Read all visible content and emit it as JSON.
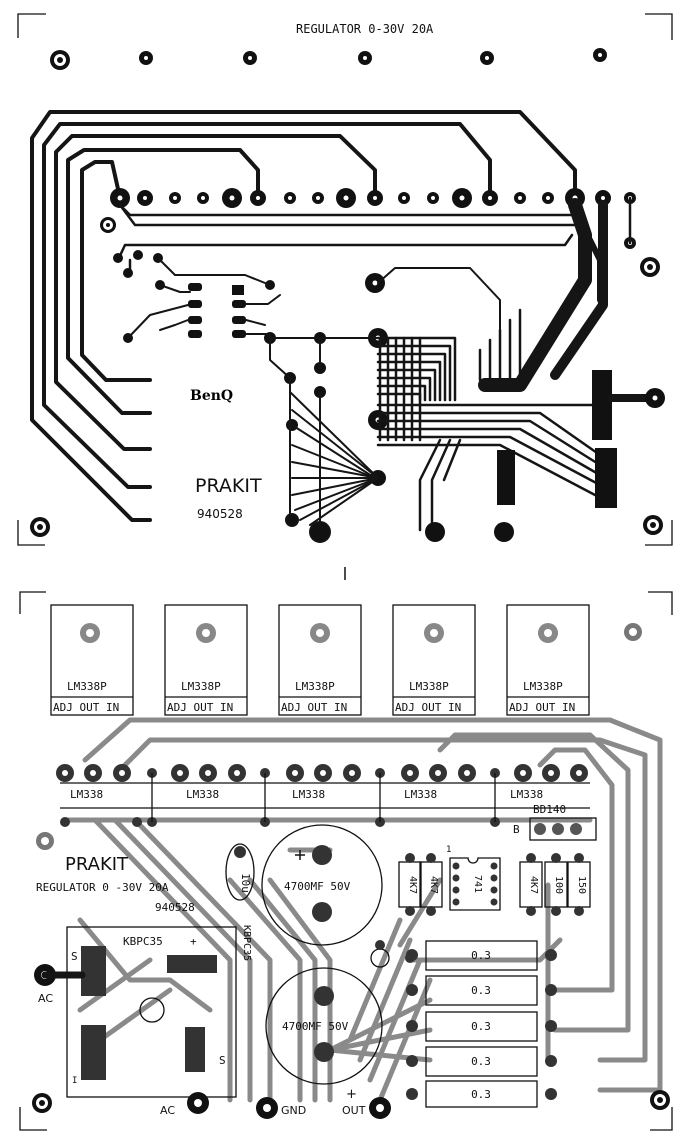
{
  "top_board": {
    "title": "REGULATOR 0-30V 20A",
    "brand": "PRAKIT",
    "code": "940528",
    "watermark": "BenQ"
  },
  "bottom_board": {
    "regulators": [
      {
        "name": "LM338P",
        "pins": "ADJ OUT IN"
      },
      {
        "name": "LM338P",
        "pins": "ADJ OUT IN"
      },
      {
        "name": "LM338P",
        "pins": "ADJ OUT IN"
      },
      {
        "name": "LM338P",
        "pins": "ADJ OUT IN"
      },
      {
        "name": "LM338P",
        "pins": "ADJ OUT IN"
      }
    ],
    "footprints": [
      "LM338",
      "LM338",
      "LM338",
      "LM338",
      "LM338"
    ],
    "brand": "PRAKIT",
    "title": "REGULATOR 0 -30V 20A",
    "code": "940528",
    "transistor": "BD140",
    "transistor_pin": "B",
    "bridge": "KBPC35",
    "bridge_plus": "+",
    "bridge_s1": "S",
    "bridge_s2": "S",
    "bridge_i": "I",
    "vertical_label": "KBPC35",
    "cap_small": "10u",
    "cap1": "4700MF 50V",
    "cap2": "4700MF 50V",
    "resistors": [
      "4K7",
      "4K7",
      "4K7",
      "100",
      "150"
    ],
    "ic": "741",
    "ic_pin": "1",
    "shunts": [
      "0.3",
      "0.3",
      "0.3",
      "0.3",
      "0.3"
    ],
    "terminals": {
      "ac1": "AC",
      "ac2": "AC",
      "gnd": "GND",
      "out": "OUT",
      "plus": "+"
    }
  }
}
